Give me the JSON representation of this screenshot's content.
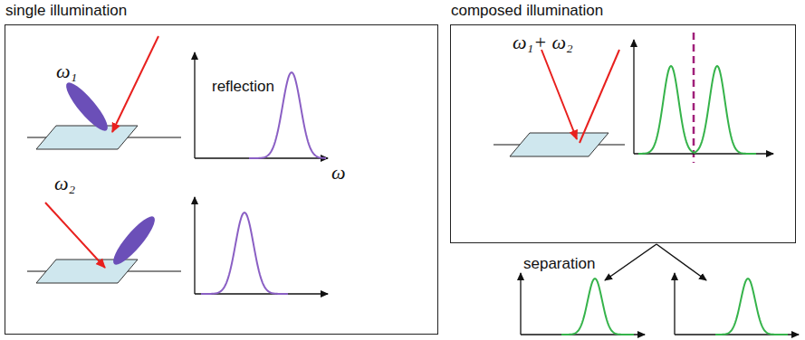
{
  "diagram": {
    "nodes": [
      {
        "text": [
          "single illumination"
        ]
      },
      {
        "text": [
          "composed illumination"
        ]
      }
    ],
    "labels": [
      "ω₁",
      "reflection",
      "ω",
      "ω₂",
      "ω₁+ ω₂",
      "separation"
    ]
  }
}
